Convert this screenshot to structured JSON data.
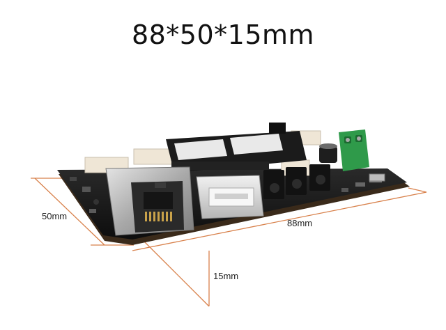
{
  "title": "88*50*15mm",
  "dimensions": {
    "width": "50mm",
    "length": "88mm",
    "height": "15mm"
  },
  "colors": {
    "dimension_line": "#d8804a",
    "pcb": "#1a1a1a",
    "terminal_block": "#2f9a4a",
    "ethernet_shell": "#b9b9b9",
    "usb_shell": "#d6d6d6",
    "connector_white": "#efe6d6"
  }
}
